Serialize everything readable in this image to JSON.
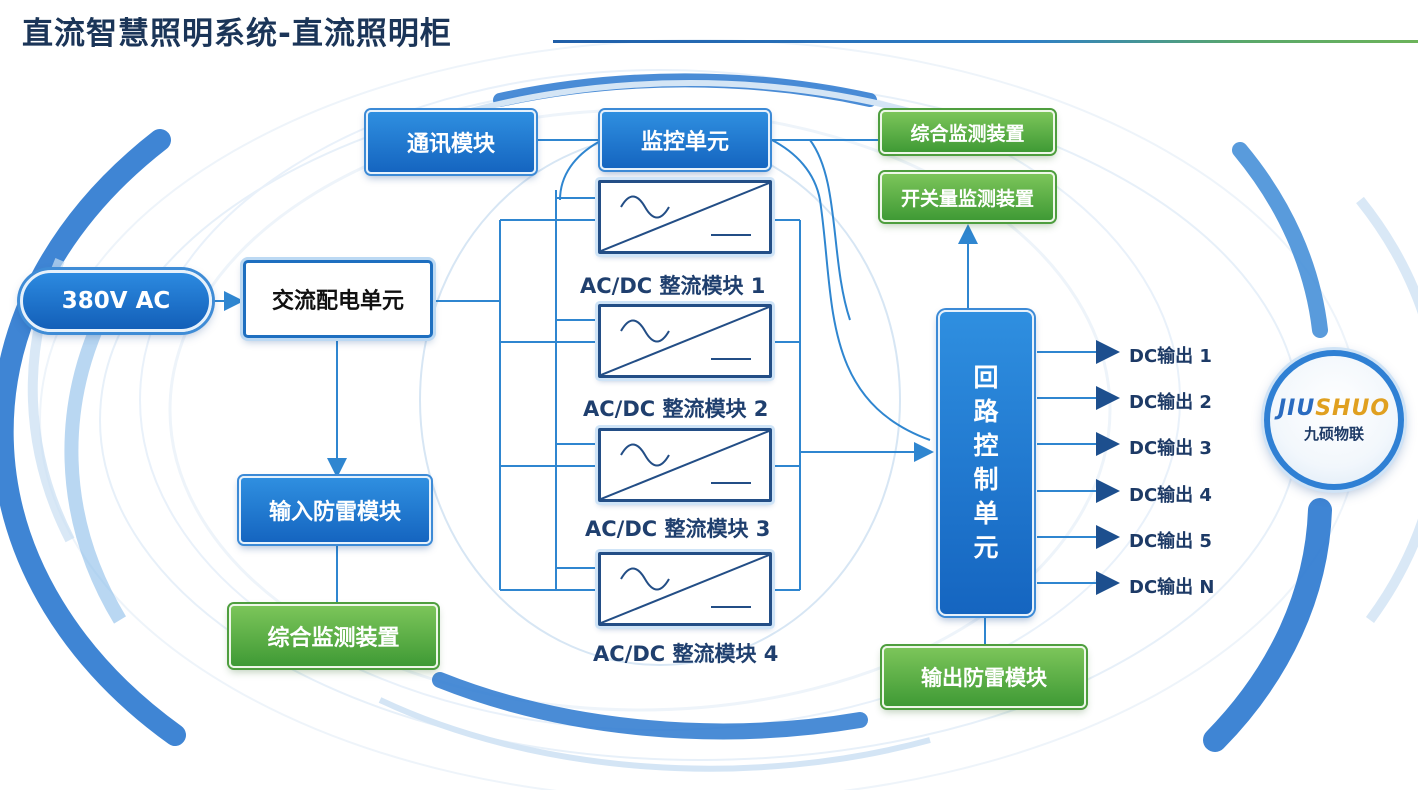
{
  "title": "直流智慧照明系统-直流照明柜",
  "nodes": {
    "ac_input": "380V AC",
    "ac_distribution": "交流配电单元",
    "input_surge": "输入防雷模块",
    "monitor_left": "综合监测装置",
    "comm_module": "通讯模块",
    "monitor_unit": "监控单元",
    "monitor_top": "综合监测装置",
    "switch_monitor": "开关量监测装置",
    "loop_control": [
      "回",
      "路",
      "控",
      "制",
      "单",
      "元"
    ],
    "output_surge": "输出防雷模块"
  },
  "rectifiers": [
    {
      "label": "AC/DC 整流模块 1"
    },
    {
      "label": "AC/DC 整流模块 2"
    },
    {
      "label": "AC/DC 整流模块 3"
    },
    {
      "label": "AC/DC 整流模块 4"
    }
  ],
  "outputs": [
    "DC输出 1",
    "DC输出 2",
    "DC输出 3",
    "DC输出 4",
    "DC输出 5",
    "DC输出 N"
  ],
  "logo": {
    "mark_a": "JIU",
    "mark_b": "SHUO",
    "name_cn": "九硕物联"
  },
  "colors": {
    "primary_blue": "#1565c0",
    "green": "#3f9a35",
    "wire": "#2f86d0",
    "title": "#1b3558"
  }
}
